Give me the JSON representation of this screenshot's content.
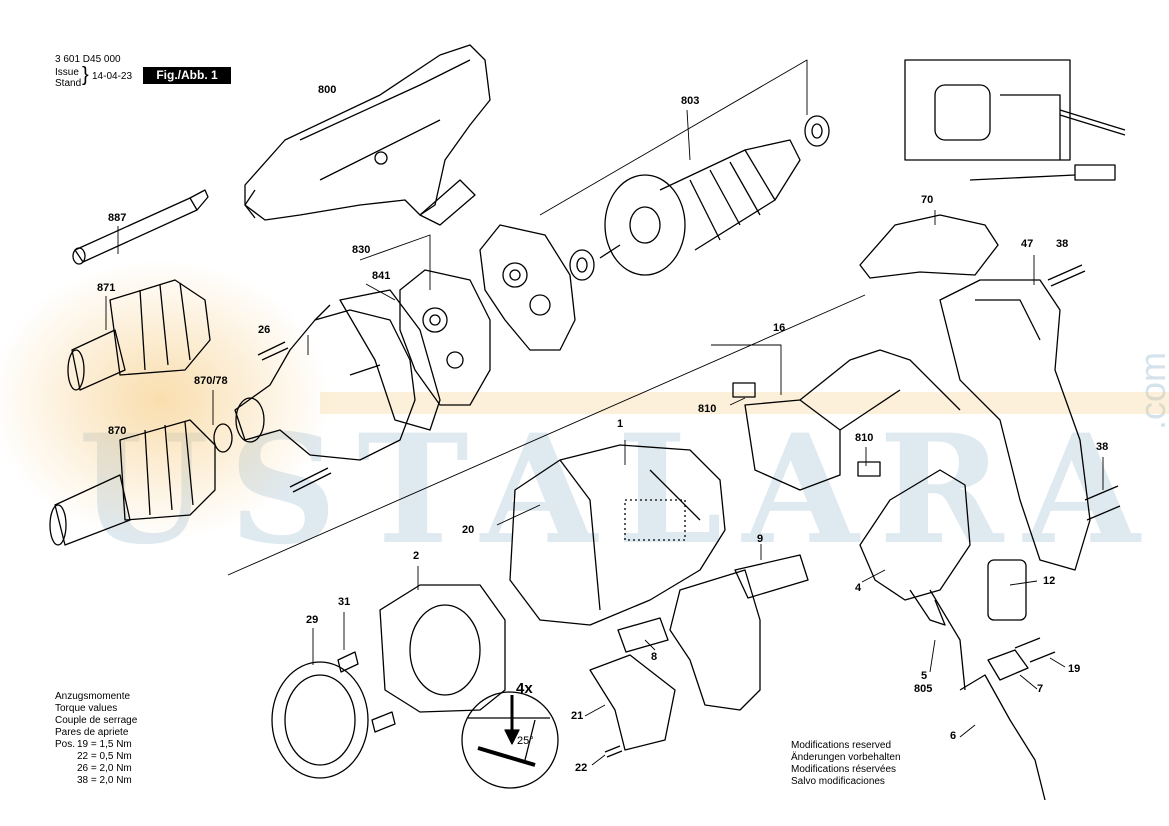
{
  "header": {
    "part_number": "3 601 D45 000",
    "issue_label": "Issue",
    "stand_label": "Stand",
    "date": "14-04-23",
    "figure_label": "Fig./Abb. 1"
  },
  "watermark": {
    "text": "USTALARA",
    "suffix": ".com"
  },
  "callouts": {
    "c800": "800",
    "c803": "803",
    "c887": "887",
    "c830": "830",
    "c841": "841",
    "c871": "871",
    "c26a": "26",
    "c870_78": "870/78",
    "c870": "870",
    "c70": "70",
    "c47": "47",
    "c38a": "38",
    "c38b": "38",
    "c16": "16",
    "c810a": "810",
    "c810b": "810",
    "c1": "1",
    "c20": "20",
    "c9": "9",
    "c2": "2",
    "c29": "29",
    "c31": "31",
    "c4": "4",
    "c12": "12",
    "c8": "8",
    "c4x": "4x",
    "c25": "25°",
    "c21": "21",
    "c22": "22",
    "c5": "5",
    "c805": "805",
    "c7": "7",
    "c19": "19",
    "c6": "6"
  },
  "torque": {
    "lines": [
      "Anzugsmomente",
      "Torque values",
      "Couple de serrage",
      "Pares de apriete"
    ],
    "pos": "Pos.",
    "values": [
      "19 = 1,5 Nm",
      "22 = 0,5 Nm",
      "26 = 2,0 Nm",
      "38 = 2,0 Nm"
    ]
  },
  "modifications": {
    "lines": [
      "Modifications reserved",
      "Änderungen vorbehalten",
      "Modifications réservées",
      "Salvo modificaciones"
    ]
  },
  "colors": {
    "line": "#000000",
    "watermark": "#b9cfe0",
    "glow": "#f5c26b"
  },
  "icons": [
    "housing",
    "armature",
    "stator",
    "gear-housing",
    "depth-stop",
    "switch",
    "cable"
  ]
}
